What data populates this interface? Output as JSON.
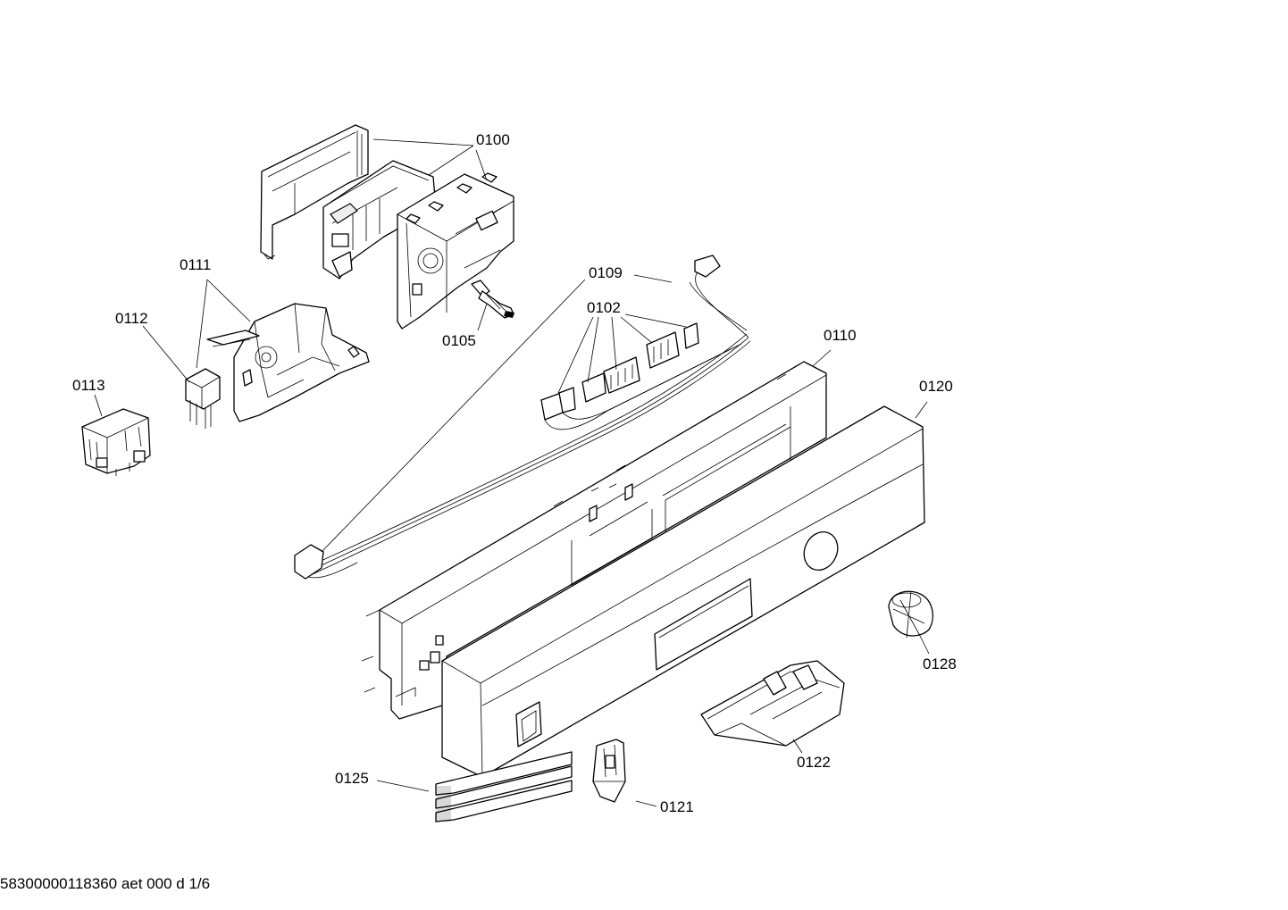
{
  "parts": [
    {
      "id": "0100",
      "label": "0100"
    },
    {
      "id": "0102",
      "label": "0102"
    },
    {
      "id": "0105",
      "label": "0105"
    },
    {
      "id": "0109",
      "label": "0109"
    },
    {
      "id": "0110",
      "label": "0110"
    },
    {
      "id": "0111",
      "label": "0111"
    },
    {
      "id": "0112",
      "label": "0112"
    },
    {
      "id": "0113",
      "label": "0113"
    },
    {
      "id": "0120",
      "label": "0120"
    },
    {
      "id": "0121",
      "label": "0121"
    },
    {
      "id": "0122",
      "label": "0122"
    },
    {
      "id": "0125",
      "label": "0125"
    },
    {
      "id": "0128",
      "label": "0128"
    }
  ],
  "footer": {
    "doc_id": "58300000118360 aet 000 d 1/6"
  }
}
